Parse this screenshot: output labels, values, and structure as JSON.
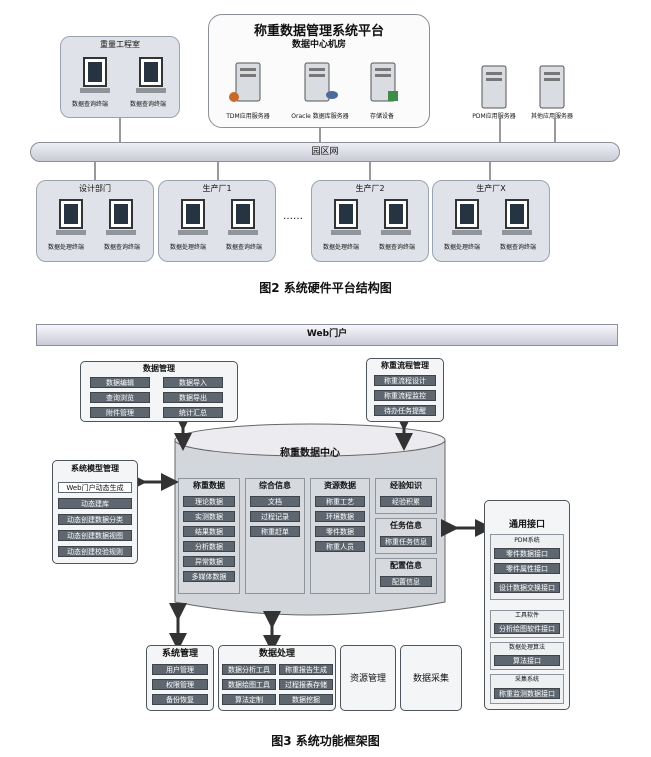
{
  "fig2": {
    "title": "称重数据管理系统平台",
    "datacenter": "数据中心机房",
    "servers": [
      "TDM应用服务器",
      "Oracle 数据库服务器",
      "存储设备"
    ],
    "right_servers": [
      "PDM应用服务器",
      "其他应用服务器"
    ],
    "office": {
      "name": "重量工程室",
      "terminals": [
        "数据查询终端",
        "数据查询终端"
      ]
    },
    "network": "园区网",
    "depts": [
      {
        "name": "设计部门",
        "terminals": [
          "数据处理终端",
          "数据查询终端"
        ]
      },
      {
        "name": "生产厂1",
        "terminals": [
          "数据处理终端",
          "数据查询终端"
        ]
      },
      {
        "name": "生产厂2",
        "terminals": [
          "数据处理终端",
          "数据查询终端"
        ]
      },
      {
        "name": "生产厂X",
        "terminals": [
          "数据处理终端",
          "数据查询终端"
        ]
      }
    ],
    "ellipsis": "……",
    "caption": "图2   系统硬件平台结构图"
  },
  "fig3": {
    "portal": "Web门户",
    "data_mgmt": {
      "title": "数据管理",
      "items": [
        "数据编辑",
        "数据导入",
        "查询浏览",
        "数据导出",
        "附件管理",
        "统计汇总"
      ]
    },
    "flow_mgmt": {
      "title": "称重流程管理",
      "items": [
        "称重流程设计",
        "称重流程监控",
        "待办任务提醒"
      ]
    },
    "model_mgmt": {
      "title": "系统模型管理",
      "items": [
        "Web门户动态生成",
        "动态建库",
        "动态创建数据分类",
        "动态创建数据视图",
        "动态创建校验规则"
      ]
    },
    "center": {
      "title": "称重数据中心",
      "col1": {
        "title": "称重数据",
        "items": [
          "理论数据",
          "实测数据",
          "结果数据",
          "分析数据",
          "异常数据",
          "多媒体数据"
        ]
      },
      "col2": {
        "title": "综合信息",
        "items": [
          "文档",
          "过程记录",
          "称重赶单"
        ]
      },
      "col3": {
        "title": "资源数据",
        "items": [
          "称重工艺",
          "环境数据",
          "零件数据",
          "称重人员"
        ]
      },
      "col4a": {
        "title": "经验知识",
        "items": [
          "经验积累"
        ]
      },
      "col4b": {
        "title": "任务信息",
        "items": [
          "称重任务信息"
        ]
      },
      "col4c": {
        "title": "配置信息",
        "items": [
          "配置信息"
        ]
      }
    },
    "interface": {
      "title": "通用接口",
      "pdm": {
        "title": "PDM系统",
        "items": [
          "零件数据接口",
          "零件属性接口",
          "设计数据交换接口"
        ]
      },
      "tools": {
        "title": "工具软件",
        "items": [
          "分析绘图软件接口"
        ]
      },
      "proc": {
        "title": "数据处理算法",
        "items": [
          "算法接口"
        ]
      },
      "meas": {
        "title": "采集系统",
        "items": [
          "称重监测数据接口"
        ]
      }
    },
    "sys_mgmt": {
      "title": "系统管理",
      "items": [
        "用户管理",
        "权限管理",
        "备份恢复"
      ]
    },
    "proc_mgmt": {
      "title": "数据处理",
      "items": [
        "数据分析工具",
        "称重报告生成",
        "数据绘图工具",
        "过程报表存储",
        "算法定制",
        "数据挖掘"
      ]
    },
    "resource": "资源管理",
    "collect": "数据采集",
    "caption": "图3   系统功能框架图"
  }
}
